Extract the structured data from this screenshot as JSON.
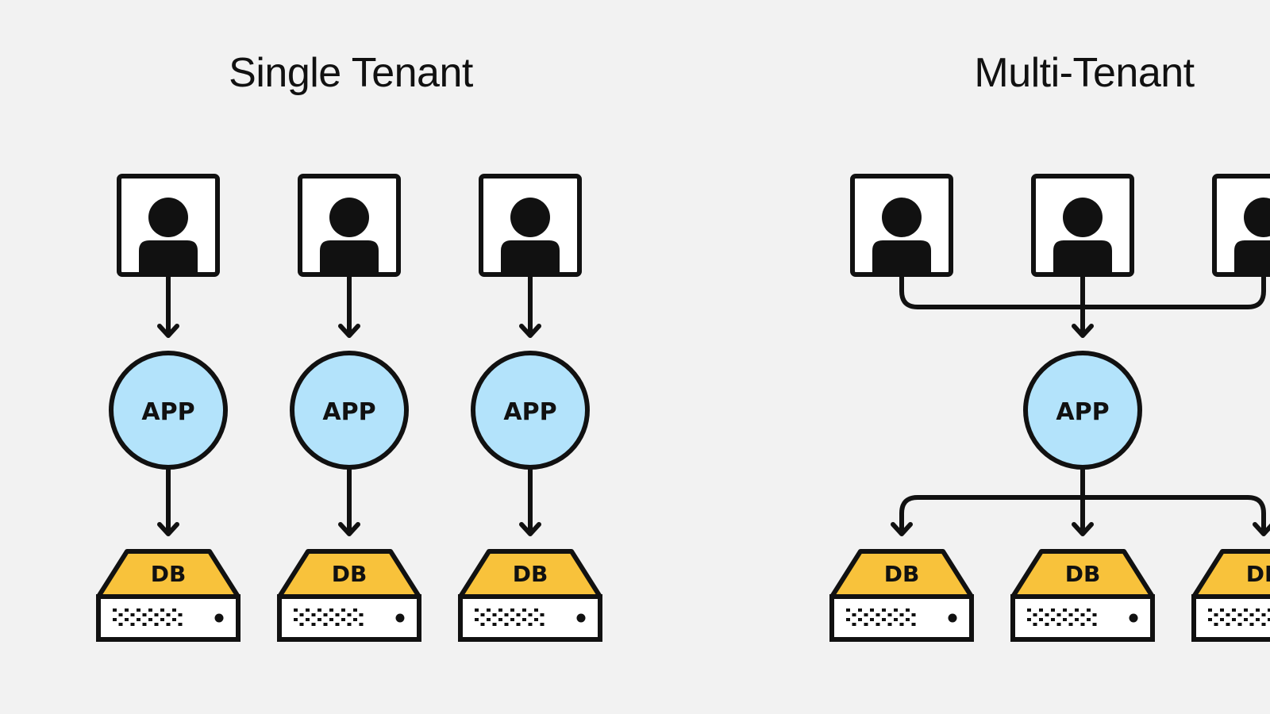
{
  "titles": {
    "single": "Single Tenant",
    "multi": "Multi-Tenant"
  },
  "labels": {
    "app": "APP",
    "db": "DB"
  },
  "colors": {
    "background": "#f2f2f2",
    "stroke": "#111111",
    "app_fill": "#b3e3fb",
    "db_fill": "#f8c23b",
    "user_fill": "#ffffff"
  },
  "single_tenant": {
    "stacks": [
      {
        "user": "user",
        "app": "APP",
        "db": "DB"
      },
      {
        "user": "user",
        "app": "APP",
        "db": "DB"
      },
      {
        "user": "user",
        "app": "APP",
        "db": "DB"
      }
    ]
  },
  "multi_tenant": {
    "users": [
      "user",
      "user",
      "user"
    ],
    "app": "APP",
    "databases": [
      "DB",
      "DB",
      "DB"
    ]
  }
}
